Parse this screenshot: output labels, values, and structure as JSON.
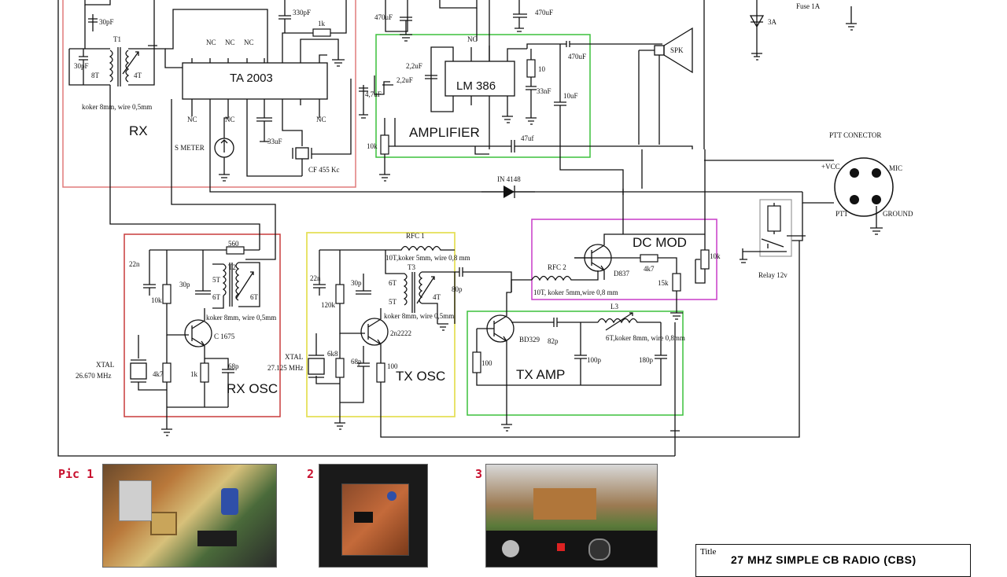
{
  "blocks": {
    "rx": "RX",
    "amplifier": "AMPLIFIER",
    "rx_osc": "RX OSC",
    "tx_osc": "TX OSC",
    "tx_amp": "TX AMP",
    "dc_mod": "DC MOD"
  },
  "chips": {
    "ta2003": "TA 2003",
    "lm386": "LM 386"
  },
  "labels": {
    "c30pf_a": "30pF",
    "c30pf_b": "30pF",
    "t1": "T1",
    "t1_8t": "8T",
    "t1_4t": "4T",
    "t1_core": "koker 8mm, wire 0,5mm",
    "c330pf": "330pF",
    "r1k_top": "1k",
    "c470uf_a": "470uF",
    "c470uf_b": "470uF",
    "c470uf_c": "470uF",
    "fuse": "Fuse 1A",
    "d3a": "3A",
    "c22uf_a": "2,2uF",
    "c22uf_b": "2,2uF",
    "c47uf": "4,7uF",
    "r10": "10",
    "c33nf": "33nF",
    "c10uf": "10uF",
    "c47uf_b": "47uf",
    "r10k_vol": "10k",
    "spk": "SPK",
    "smeter": "S METER",
    "c33uf": "33uF",
    "cf455": "CF 455 Kc",
    "ptt_connector": "PTT CONECTOR",
    "vcc": "+VCC",
    "mic": "MIC",
    "ptt": "PTT",
    "ground": "GROUND",
    "diode": "IN 4148",
    "relay": "Relay 12v",
    "c22n_a": "22n",
    "r560": "560",
    "t2": "T2",
    "t2_5t": "5T",
    "t2_6t_a": "6T",
    "t2_6t_b": "6T",
    "c30p_rx": "30p",
    "r10k_rx": "10k",
    "q_c1675": "C 1675",
    "t2_core": "koker 8mm, wire 0,5mm",
    "xtal_rx": "XTAL",
    "xtal_rx_freq": "26.670 MHz",
    "r4k7_rx": "4k7",
    "r1k_rx": "1k",
    "c68p_rx": "68p",
    "rfc1": "RFC 1",
    "rfc1_desc": "10T,koker 5mm, wire 0,8 mm",
    "c22n_b": "22n",
    "r120k": "120k",
    "c30p_tx": "30p",
    "t3": "T3",
    "t3_6t": "6T",
    "t3_5t": "5T",
    "t3_4t": "4T",
    "c80p": "80p",
    "t3_core": "koker 8mm, wire 0,5mm",
    "q_2n2222": "2n2222",
    "xtal_tx": "XTAL",
    "xtal_tx_freq": "27.125 MHz",
    "r6k8": "6k8",
    "c68p_tx": "68p",
    "r100_tx": "100",
    "rfc2": "RFC 2",
    "rfc2_desc": "10T, koker 5mm,wire 0,8 mm",
    "q_d837": "D837",
    "r4k7_mod": "4k7",
    "r15k": "15k",
    "r10k_mod": "10k",
    "q_bd329": "BD329",
    "c82p": "82p",
    "l3": "L3",
    "l3_desc": "6T,koker 8mm, wire 0,8mm",
    "r100_amp": "100",
    "c100p": "100p",
    "c180p": "180p",
    "nc": "NC"
  },
  "pics": {
    "pic1": "Pic 1",
    "pic2": "2",
    "pic3": "3"
  },
  "title_block": {
    "tag": "Title",
    "text": "27 MHZ  SIMPLE CB RADIO (CBS)"
  },
  "colors": {
    "rx_box": "#e07a7a",
    "amp_box": "#3cc13c",
    "rx_osc_box": "#c83c3c",
    "tx_osc_box": "#e6e05a",
    "tx_amp_box": "#3cc13c",
    "dc_mod_box": "#c83cc8"
  }
}
